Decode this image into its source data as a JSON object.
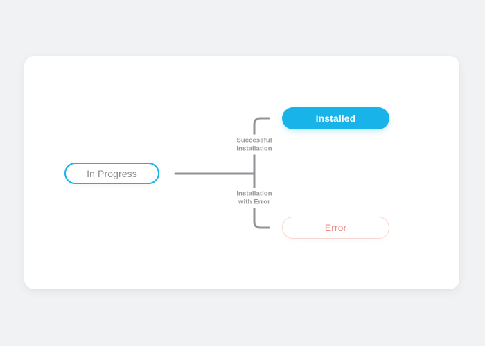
{
  "diagram": {
    "title": "installation-status-flow",
    "nodes": {
      "in_progress": {
        "label": "In Progress"
      },
      "installed": {
        "label": "Installed"
      },
      "error": {
        "label": "Error"
      }
    },
    "edges": {
      "successful": {
        "label": "Successful\nInstallation",
        "from": "In Progress",
        "to": "Installed"
      },
      "with_error": {
        "label": "Installation\nwith Error",
        "from": "In Progress",
        "to": "Error"
      }
    },
    "colors": {
      "page_background": "#f1f2f4",
      "card_background": "#ffffff",
      "accent_blue": "#18b3e9",
      "installed_text": "#ffffff",
      "in_progress_text": "#8b8c90",
      "error_text": "#ef8c86",
      "error_border": "#f9d7d3",
      "connector_gray": "#919396",
      "edge_label_gray": "#98999c"
    }
  }
}
